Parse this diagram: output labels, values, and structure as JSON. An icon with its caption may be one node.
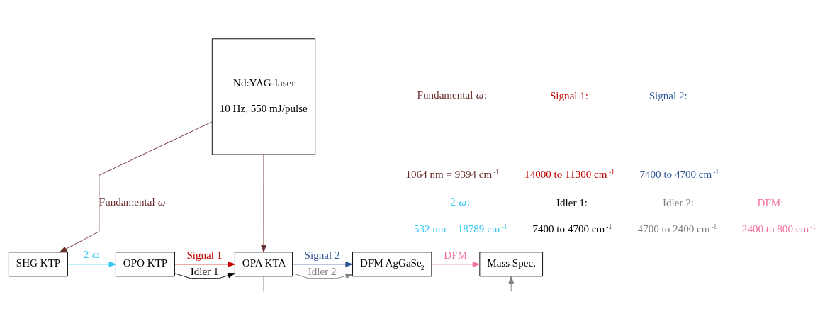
{
  "diagram": {
    "nodes": [
      {
        "text": [
          "Nd:YAG-laser",
          "10 Hz, 550 mJ/pulse"
        ]
      },
      {
        "text": [
          "SHG KTP"
        ]
      },
      {
        "text": [
          "OPO KTP"
        ]
      },
      {
        "text": [
          "OPA KTA"
        ]
      },
      {
        "text": [
          "DFM AgGaSe$_{2}$"
        ]
      },
      {
        "text": [
          "Mass Spec."
        ]
      }
    ],
    "edges": [
      {
        "from": 0,
        "to": 1,
        "arrow": "to",
        "label": "Fundamental *ω*",
        "color": "#6b2c2c"
      },
      {
        "from": 0,
        "to": 3,
        "arrow": "to",
        "color": "#6b2c2c"
      },
      {
        "from": 1,
        "to": 2,
        "arrow": "to",
        "label": "2 *ω*",
        "color": "#33c7f5"
      },
      {
        "from": 2,
        "to": 3,
        "arrow": "to",
        "label": "Signal 1",
        "color": "#c00000"
      },
      {
        "from": 2,
        "to": 3,
        "arrow": "to",
        "label": "Idler 1",
        "color": "#000000"
      },
      {
        "from": 3,
        "to": 4,
        "arrow": "to",
        "label": "Signal 2",
        "color": "#2f5597"
      },
      {
        "from": 3,
        "to": 4,
        "arrow": "to",
        "label": "Idler 2",
        "color": "#808080"
      },
      {
        "from": 3,
        "to": null,
        "arrow": "none",
        "color": "#808080"
      },
      {
        "from": 4,
        "to": 5,
        "arrow": "to",
        "label": "DFM",
        "color": "#f4739c"
      },
      {
        "from": null,
        "to": 5,
        "arrow": "to",
        "color": "#808080"
      }
    ],
    "labels": [
      "Fundamental *ω*:",
      "1064 nm = 9394 cm$^{-1}$",
      "Signal 1:",
      "14000 to 11300 cm$^{-1}$",
      "Signal 2:",
      "7400 to 4700 cm$^{-1}$",
      "2 *ω*:",
      "532 nm = 18789 cm$^{-1}$",
      "Idler 1:",
      "7400 to 4700 cm$^{-1}$",
      "Idler 2:",
      "4700 to 2400 cm$^{-1}$",
      "DFM:",
      "2400 to 800 cm$^{-1}$"
    ]
  }
}
